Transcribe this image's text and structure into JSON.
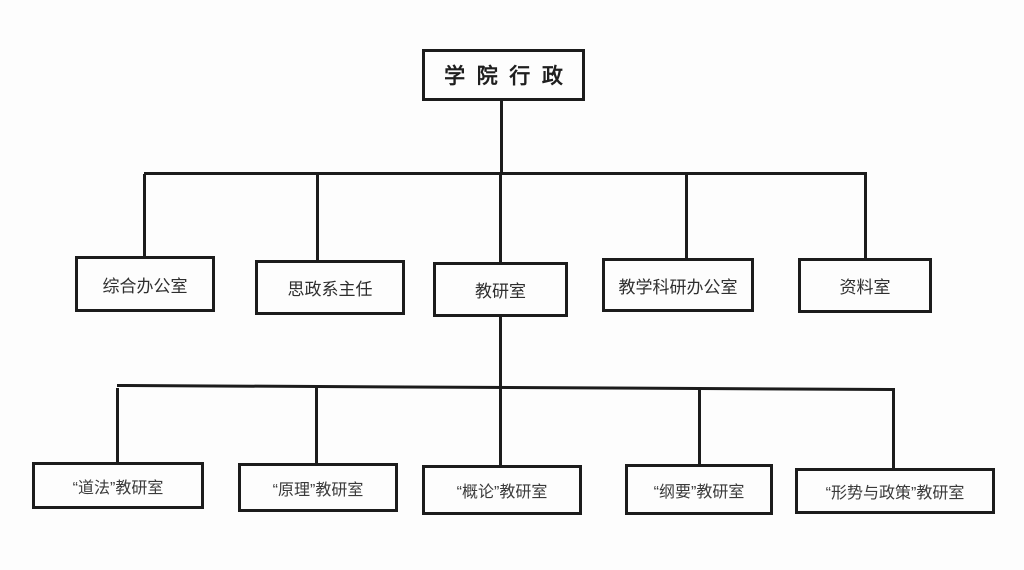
{
  "colors": {
    "background": "#fdfdfd",
    "line": "#1c1c1c",
    "text": "#2e2e2e"
  },
  "org_chart": {
    "root": {
      "label": "学院行政",
      "children": [
        {
          "label": "综合办公室",
          "children": []
        },
        {
          "label": "思政系主任",
          "children": []
        },
        {
          "label": "教研室",
          "children": [
            {
              "label": "“道法”教研室"
            },
            {
              "label": "“原理”教研室"
            },
            {
              "label": "“概论”教研室"
            },
            {
              "label": "“纲要”教研室"
            },
            {
              "label": "“形势与政策”教研室"
            }
          ]
        },
        {
          "label": "教学科研办公室",
          "children": []
        },
        {
          "label": "资料室",
          "children": []
        }
      ]
    }
  }
}
